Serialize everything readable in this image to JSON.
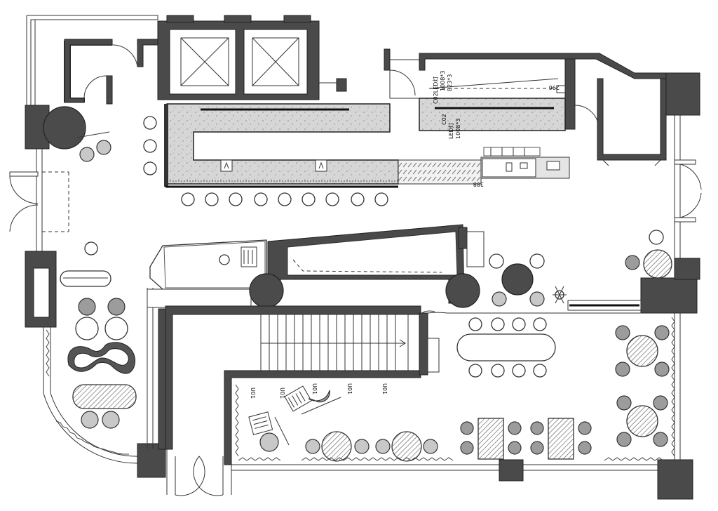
{
  "labels": {
    "l1": "C02LED灯",
    "l2": "1008*3",
    "l3": "823*3",
    "l4": "C02",
    "l5": "LED灯",
    "l6": "1008*3",
    "l7": "296",
    "l8": "388",
    "u1": "U01",
    "u2": "U01",
    "u3": "U01",
    "u4": "U01",
    "u5": "U01"
  }
}
